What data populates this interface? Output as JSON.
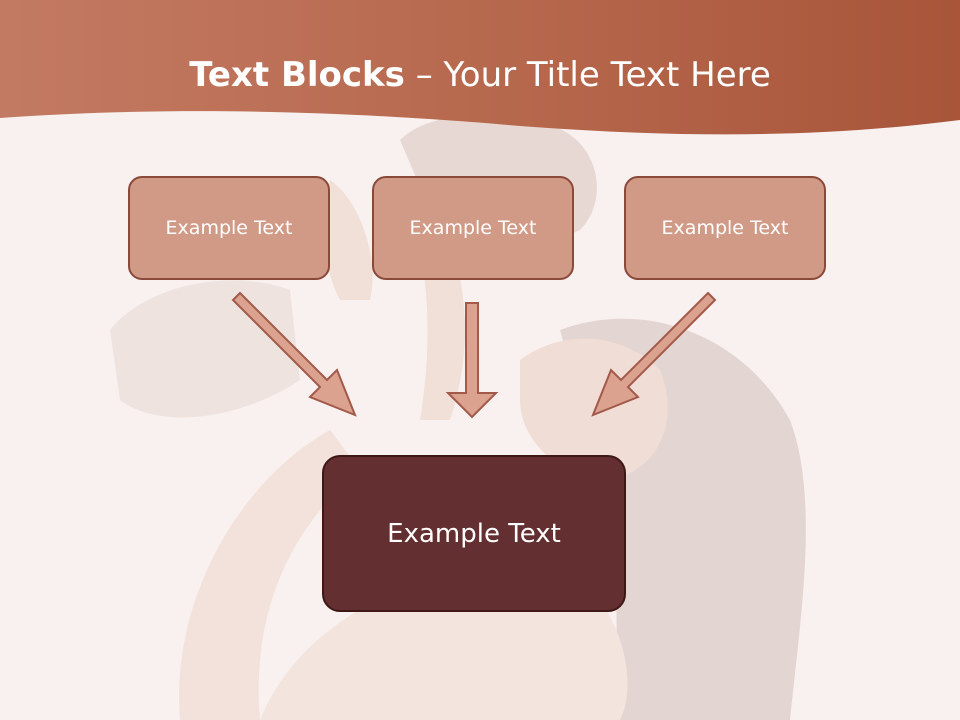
{
  "title": {
    "bold": "Text Blocks",
    "separator": " – ",
    "rest": "Your Title Text Here"
  },
  "blocks": {
    "top": [
      "Example Text",
      "Example Text",
      "Example Text"
    ],
    "bottom": "Example Text"
  },
  "colors": {
    "header": "#b5644a",
    "box_fill": "#d19a86",
    "box_border": "#8a4a3a",
    "center_fill": "#632f30",
    "arrow_fill": "#dba38f"
  }
}
